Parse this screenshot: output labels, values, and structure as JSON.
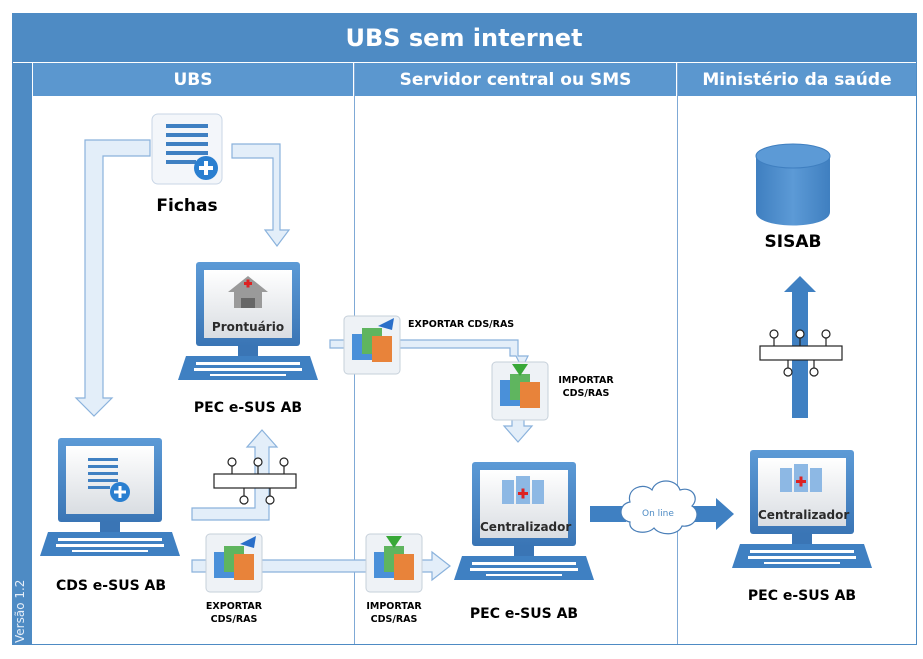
{
  "title": "UBS sem internet",
  "lanes": [
    {
      "label": "UBS"
    },
    {
      "label": "Servidor central ou SMS"
    },
    {
      "label": "Ministério da saúde"
    }
  ],
  "version": "Versão 1.2",
  "nodes": {
    "fichas": "Fichas",
    "pec_ubs": "PEC e-SUS AB",
    "pec_ubs_screen": "Prontuário",
    "cds": "CDS  e-SUS AB",
    "pec_central": "PEC e-SUS AB",
    "pec_central_screen": "Centralizador",
    "pec_ms": "PEC e-SUS AB",
    "pec_ms_screen": "Centralizador",
    "sisab": "SISAB"
  },
  "actions": {
    "export_top": "EXPORTAR CDS/RAS",
    "import_top_line1": "IMPORTAR",
    "import_top_line2": "CDS/RAS",
    "export_bottom_line1": "EXPORTAR",
    "export_bottom_line2": "CDS/RAS",
    "import_bottom_line1": "IMPORTAR",
    "import_bottom_line2": "CDS/RAS",
    "online": "On line"
  },
  "colors": {
    "title_bg": "#4e8bc4",
    "lane_header_bg": "#5b97cf",
    "arrow_fill": "#e3eef9",
    "arrow_stroke": "#7fa9d6",
    "solid_arrow": "#3f80c2",
    "monitor": "#4a88c7"
  }
}
